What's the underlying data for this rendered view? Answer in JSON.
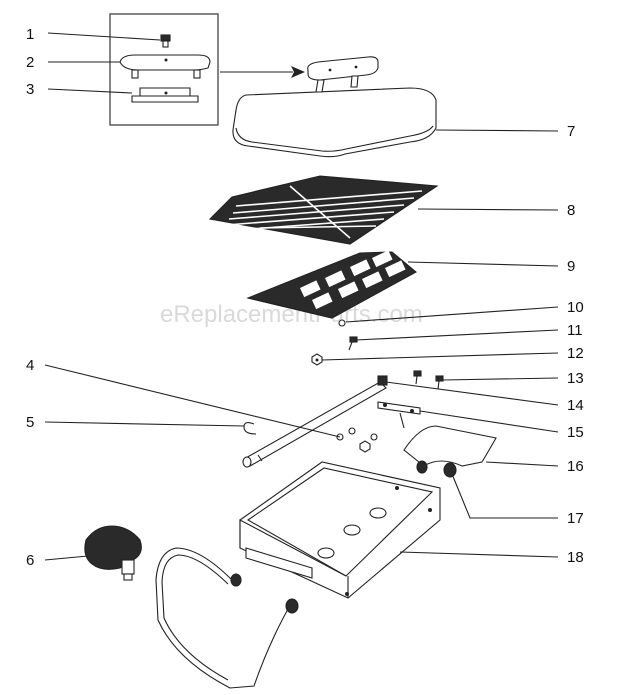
{
  "watermark": "eReplacementParts.com",
  "callouts": [
    {
      "id": "c1",
      "label": "1"
    },
    {
      "id": "c2",
      "label": "2"
    },
    {
      "id": "c3",
      "label": "3"
    },
    {
      "id": "c4",
      "label": "4"
    },
    {
      "id": "c5",
      "label": "5"
    },
    {
      "id": "c6",
      "label": "6"
    },
    {
      "id": "c7",
      "label": "7"
    },
    {
      "id": "c8",
      "label": "8"
    },
    {
      "id": "c9",
      "label": "9"
    },
    {
      "id": "c10",
      "label": "10"
    },
    {
      "id": "c11",
      "label": "11"
    },
    {
      "id": "c12",
      "label": "12"
    },
    {
      "id": "c13",
      "label": "13"
    },
    {
      "id": "c14",
      "label": "14"
    },
    {
      "id": "c15",
      "label": "15"
    },
    {
      "id": "c16",
      "label": "16"
    },
    {
      "id": "c17",
      "label": "17"
    },
    {
      "id": "c18",
      "label": "18"
    }
  ]
}
